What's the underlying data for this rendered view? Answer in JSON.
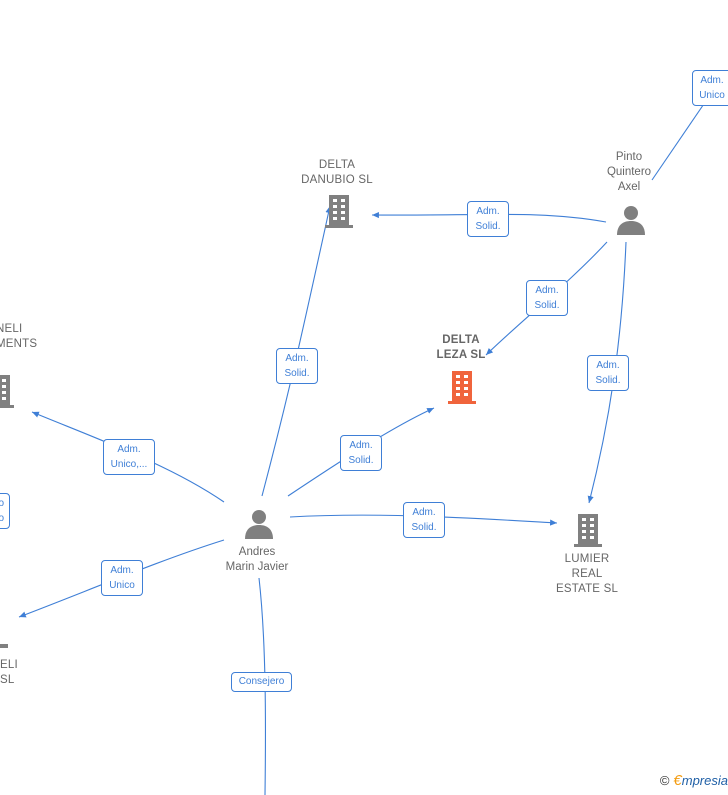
{
  "colors": {
    "edge": "#3f7fd6",
    "person": "#808080",
    "company": "#808080",
    "company_highlight": "#f0643c",
    "label_text": "#666666"
  },
  "nodes": {
    "delta_danubio": {
      "lines": [
        "DELTA",
        "DANUBIO  SL"
      ],
      "icon": "building-icon"
    },
    "delta_leza": {
      "lines": [
        "DELTA",
        "LEZA  SL"
      ],
      "icon": "building-icon",
      "highlight": true
    },
    "lumier": {
      "lines": [
        "LUMIER",
        "REAL",
        "ESTATE  SL"
      ],
      "icon": "building-icon"
    },
    "pinto": {
      "lines": [
        "Pinto",
        "Quintero",
        "Axel"
      ],
      "icon": "person-icon"
    },
    "andres": {
      "lines": [
        "Andres",
        "Marin Javier"
      ],
      "icon": "person-icon"
    },
    "left_company_top": {
      "lines": [
        "NELI",
        "MENTS",
        "-"
      ],
      "icon": "building-icon"
    },
    "left_company_bottom": {
      "lines": [
        "ELI",
        " SL"
      ],
      "icon": "building-icon"
    }
  },
  "edge_labels": {
    "pinto_top": [
      "Adm.",
      "Unico"
    ],
    "pinto_danubio": [
      "Adm.",
      "Solid."
    ],
    "pinto_leza": [
      "Adm.",
      "Solid."
    ],
    "pinto_lumier": [
      "Adm.",
      "Solid."
    ],
    "andres_danubio": [
      "Adm.",
      "Solid."
    ],
    "andres_leza": [
      "Adm.",
      "Solid."
    ],
    "andres_lumier": [
      "Adm.",
      "Solid."
    ],
    "andres_left_top": [
      "Adm.",
      "Unico,..."
    ],
    "andres_left_bottom": [
      "Adm.",
      "Unico"
    ],
    "andres_down": [
      "Consejero"
    ],
    "left_partial": [
      "o",
      "o"
    ]
  },
  "brand": {
    "copyright": "©",
    "e": "€",
    "rest": "mpresia"
  }
}
